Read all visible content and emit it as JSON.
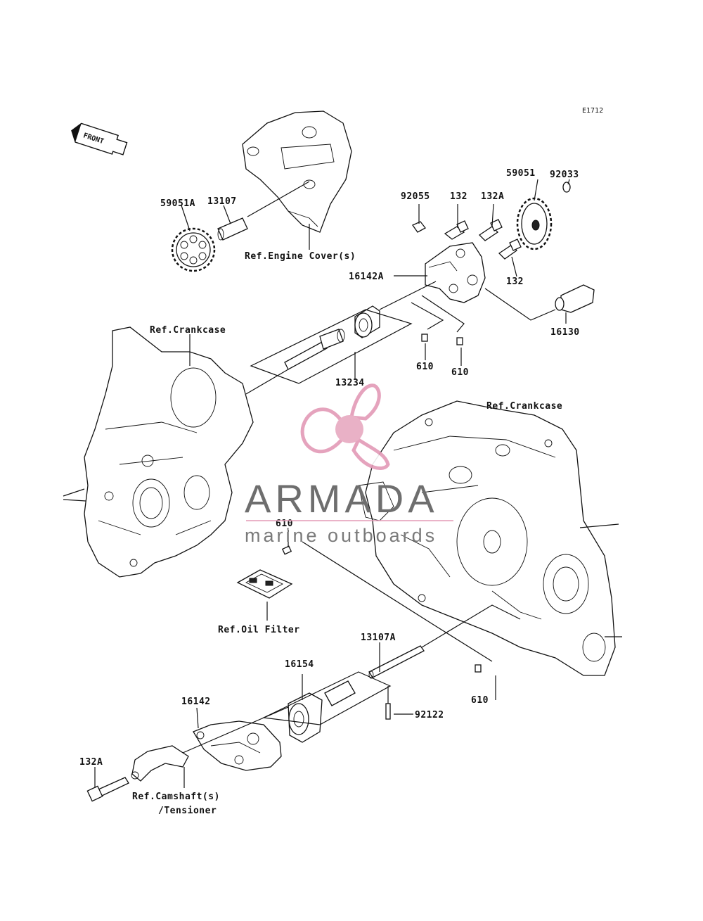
{
  "diagram": {
    "code": "E1712",
    "front_label": "FRONT"
  },
  "callouts": {
    "p59051A": "59051A",
    "p13107": "13107",
    "ref_engine_cover": "Ref.Engine Cover(s)",
    "p92055": "92055",
    "p132_top": "132",
    "p132A_top": "132A",
    "p59051": "59051",
    "p92033": "92033",
    "p16142A": "16142A",
    "p132_right": "132",
    "p16130": "16130",
    "ref_crankcase_left": "Ref.Crankcase",
    "p13234": "13234",
    "p610_a": "610",
    "p610_b": "610",
    "ref_crankcase_right": "Ref.Crankcase",
    "p610_c": "610",
    "ref_oil_filter": "Ref.Oil Filter",
    "p13107A": "13107A",
    "p16154": "16154",
    "p610_d": "610",
    "p92122": "92122",
    "p16142": "16142",
    "p132A_bottom": "132A",
    "ref_camshaft": "Ref.Camshaft(s)",
    "ref_tensioner": "/Tensioner"
  },
  "watermark": {
    "brand": "ARMADA",
    "tagline": "marine outboards",
    "colors": {
      "logo_pink": "#e7a9c0",
      "logo_line": "#e39ab6",
      "text_gray": "#6e6e6e"
    }
  }
}
